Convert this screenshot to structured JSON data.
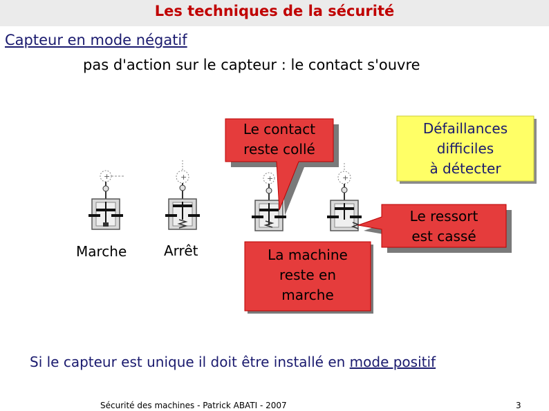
{
  "header": {
    "title": "Les techniques de la sécurité"
  },
  "section": {
    "title": "Capteur en mode négatif",
    "subtitle": "pas d'action sur le capteur : le contact s'ouvre"
  },
  "switch_labels": {
    "marche": "Marche",
    "arret": "Arrêt"
  },
  "callouts": {
    "contact_line1": "Le contact",
    "contact_line2": "reste collé",
    "machine_line1": "La machine",
    "machine_line2": "reste en",
    "machine_line3": "marche",
    "ressort_line1": "Le ressort",
    "ressort_line2": "est cassé",
    "defaillances_line1": "Défaillances",
    "defaillances_line2": "difficiles",
    "defaillances_line3": "à détecter"
  },
  "conclusion": {
    "text_before": "Si le capteur est unique il doit être installé en ",
    "text_emphasis": "mode positif"
  },
  "footer": {
    "author": "Sécurité des machines - Patrick ABATI - 2007",
    "page": "3"
  },
  "colors": {
    "title_red": "#c00000",
    "callout_red": "#e53c3c",
    "callout_yellow": "#ffff66",
    "text_navy": "#1a1a6e"
  }
}
